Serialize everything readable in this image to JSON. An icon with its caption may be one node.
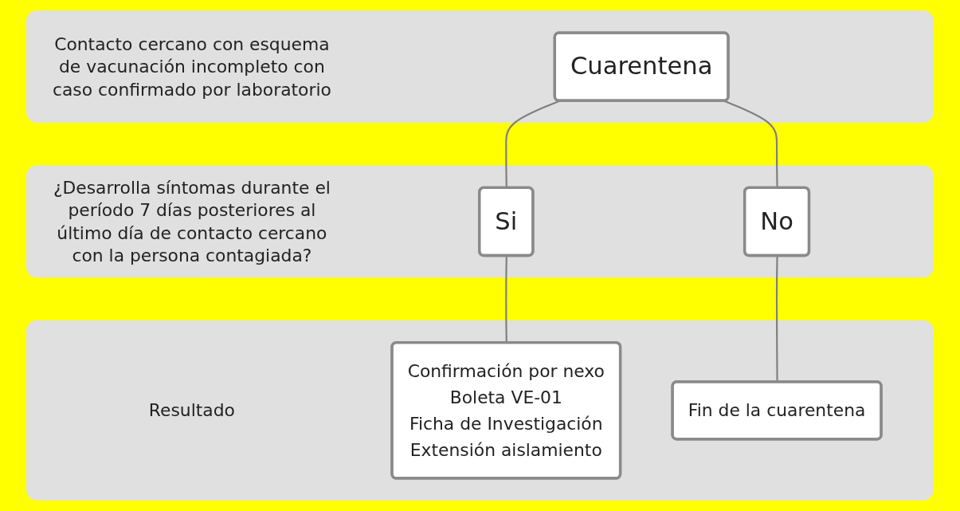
{
  "diagram": {
    "nodes": [
      {
        "text": [
          "Contacto cercano con esquema de vacunación incompleto con caso confirmado por laboratorio"
        ]
      },
      {
        "text": [
          "Cuarentena"
        ],
        "in": 0
      },
      {
        "text": [
          "¿Desarrolla síntomas durante el período 7 días posteriores al último día de contacto cercano con la persona contagiada?"
        ]
      },
      {
        "text": [
          "Si"
        ],
        "in": 2
      },
      {
        "text": [
          "No"
        ],
        "in": 2
      },
      {
        "text": [
          "Resultado"
        ]
      },
      {
        "text": [
          "Confirmación por nexo",
          "Boleta VE-01",
          "Ficha de Investigación",
          "Extensión aislamiento"
        ],
        "in": 5
      },
      {
        "text": [
          "Fin de la cuarentena"
        ],
        "in": 5
      }
    ],
    "edges": [
      {
        "from": 1,
        "to": 3,
        "arrow": "none"
      },
      {
        "from": 1,
        "to": 4,
        "arrow": "none"
      },
      {
        "from": 3,
        "to": 6,
        "arrow": "none"
      },
      {
        "from": 4,
        "to": 7,
        "arrow": "none"
      }
    ]
  }
}
